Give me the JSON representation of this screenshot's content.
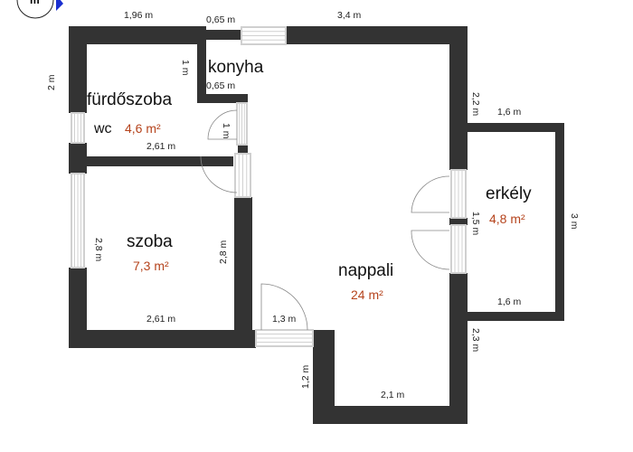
{
  "colors": {
    "wall": "#333333",
    "window": "#d0d0d0",
    "area": "#b5431c",
    "compass": "#1a2fd0"
  },
  "compass": {
    "icon": "compass-north-icon",
    "label": "m"
  },
  "rooms": [
    {
      "name": "fürdőszoba",
      "area": "4,6 m²"
    },
    {
      "name": "wc",
      "area": ""
    },
    {
      "name": "konyha",
      "area": ""
    },
    {
      "name": "szoba",
      "area": "7,3 m²"
    },
    {
      "name": "nappali",
      "area": "24 m²"
    },
    {
      "name": "erkély",
      "area": "4,8 m²"
    }
  ],
  "dimensions": [
    "1,96 m",
    "0,65 m",
    "3,4 m",
    "1 m",
    "0,65 m",
    "2 m",
    "1 m",
    "2,61 m",
    "2,2 m",
    "1,6 m",
    "2,8 m",
    "2,8 m",
    "1,5 m",
    "3 m",
    "1,6 m",
    "2,61 m",
    "1,3 m",
    "2,3 m",
    "1,2 m",
    "2,1 m"
  ]
}
